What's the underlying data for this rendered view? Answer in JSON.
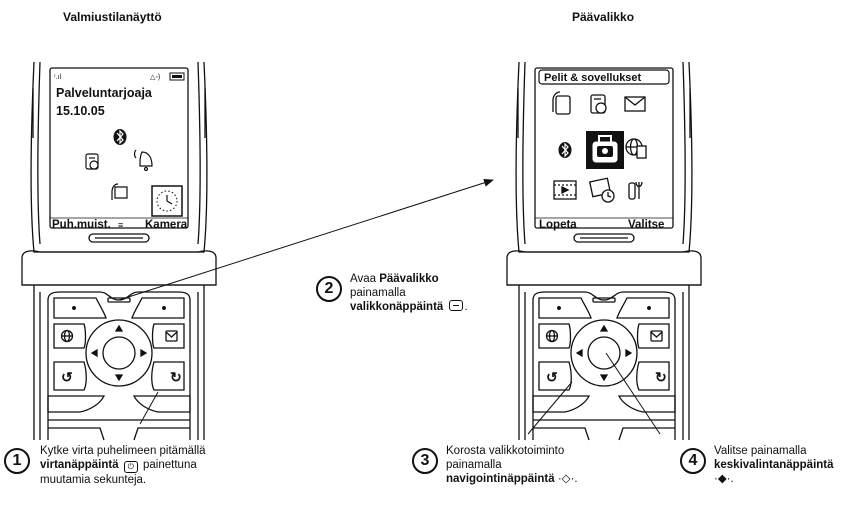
{
  "titles": {
    "left": "Valmiustilanäyttö",
    "right": "Päävalikko"
  },
  "left_phone": {
    "operator": "Palveluntarjoaja",
    "date": "15.10.05",
    "softkey_left": "Puh.muist.",
    "softkey_right": "Kamera",
    "menu_glyph": "≡"
  },
  "right_phone": {
    "header": "Pelit & sovellukset",
    "softkey_left": "Lopeta",
    "softkey_right": "Valitse"
  },
  "steps": {
    "s1": {
      "number": "1",
      "line1": "Kytke virta puhelimeen pitämällä",
      "bold": "virtanäppäintä",
      "line2_rest": "painettuna",
      "line3": "muutamia sekunteja."
    },
    "s2": {
      "number": "2",
      "pre": "Avaa",
      "bold1": "Päävalikko",
      "line2": "painamalla",
      "bold2": "valikkonäppäintä",
      "end": "."
    },
    "s3": {
      "number": "3",
      "line1": "Korosta valikkotoiminto",
      "line2": "painamalla",
      "bold": "navigointinäppäintä",
      "glyph": "·◇·",
      "end": "."
    },
    "s4": {
      "number": "4",
      "line1": "Valitse painamalla",
      "bold": "keskivalintanäppäintä",
      "glyph": "·◆·",
      "end": "."
    }
  },
  "colors": {
    "ink": "#111111",
    "highlight": "#111111",
    "screen_bg": "#ffffff"
  }
}
